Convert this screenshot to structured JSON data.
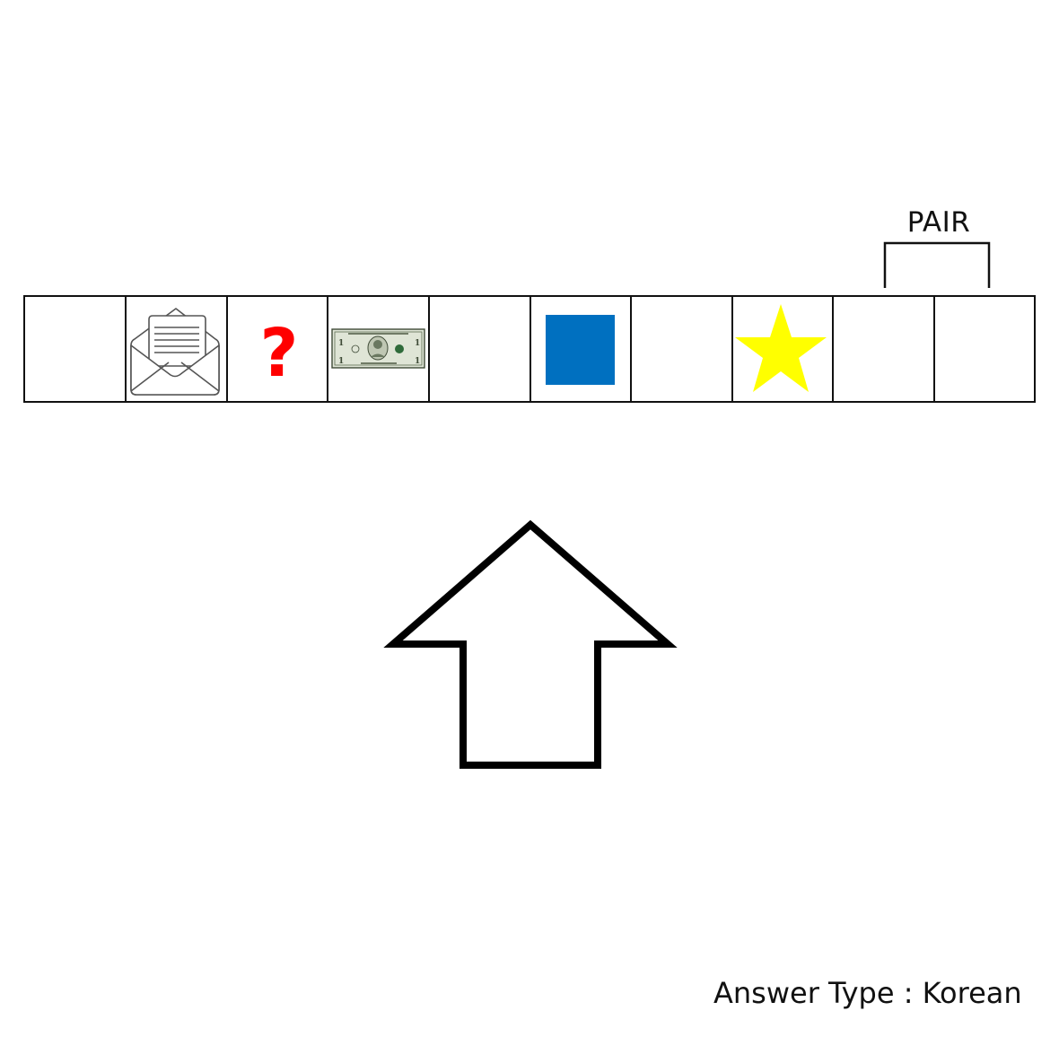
{
  "pair": {
    "label": "PAIR"
  },
  "cells": [
    {
      "content": "empty"
    },
    {
      "content": "envelope-icon"
    },
    {
      "content": "question-mark",
      "text": "?",
      "color": "#ff0000"
    },
    {
      "content": "dollar-bill-icon"
    },
    {
      "content": "empty"
    },
    {
      "content": "blue-square",
      "color": "#0070c0"
    },
    {
      "content": "empty"
    },
    {
      "content": "yellow-star",
      "color": "#ffff00"
    },
    {
      "content": "empty"
    },
    {
      "content": "empty"
    }
  ],
  "arrow": {
    "direction": "up",
    "icon": "up-arrow-icon"
  },
  "footer": {
    "answer_type": "Answer Type : Korean"
  }
}
